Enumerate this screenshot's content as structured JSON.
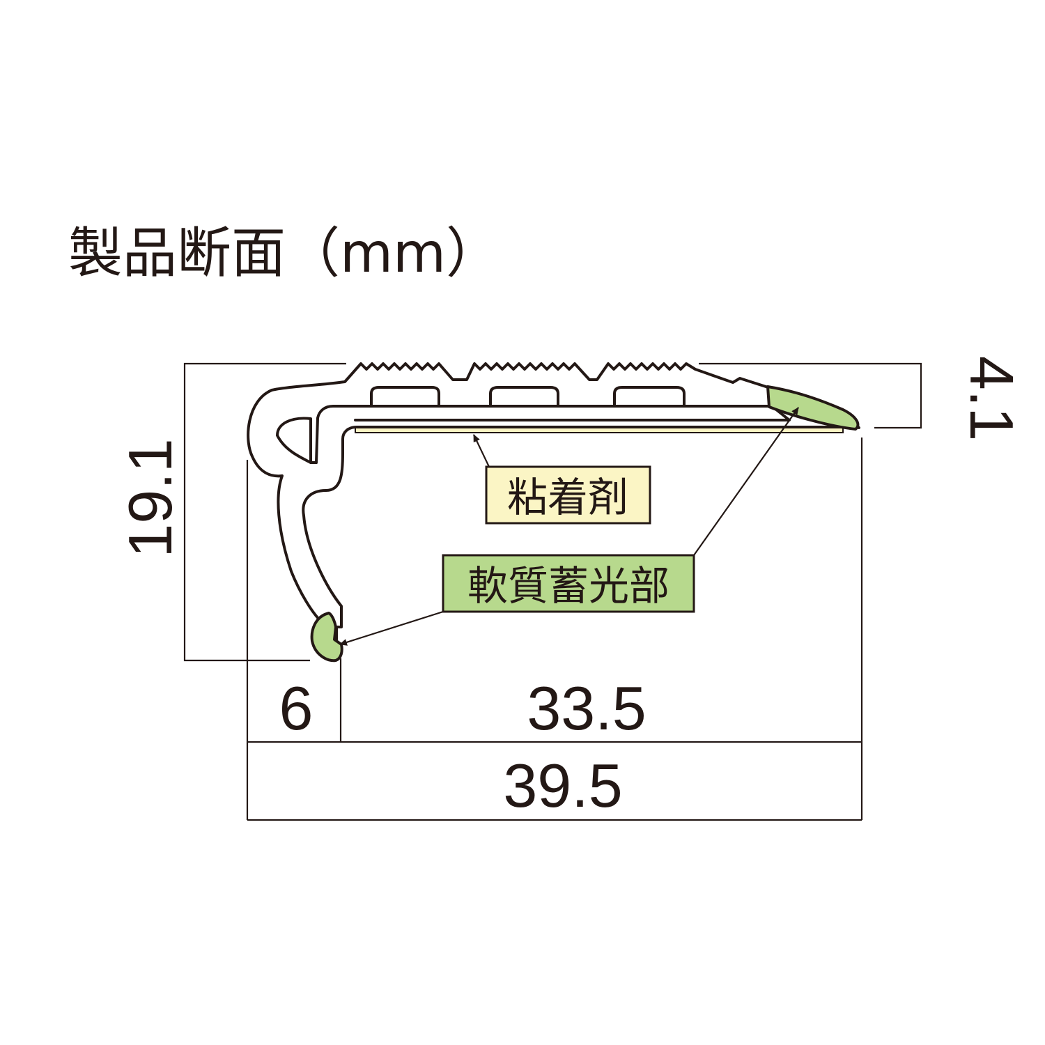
{
  "title": "製品断面（mm）",
  "dimensions": {
    "total_width": "39.5",
    "width_main": "33.5",
    "width_nose": "6",
    "height": "19.1",
    "tread_height": "4.1"
  },
  "callouts": {
    "adhesive": "粘着剤",
    "luminous_part": "軟質蓄光部"
  },
  "colors": {
    "adhesive_fill": "#fbf5c5",
    "luminous_fill": "#b7d98d",
    "line": "#231815"
  }
}
